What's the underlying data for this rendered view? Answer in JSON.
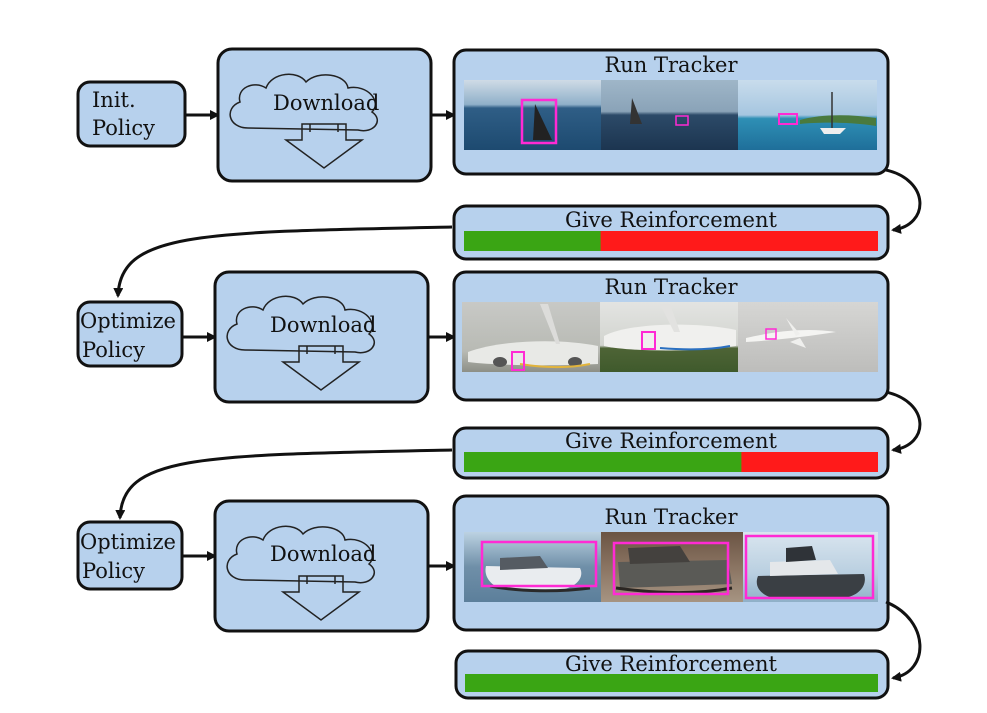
{
  "diagram": {
    "stages": [
      {
        "policy_label_lines": [
          "Init.",
          "Policy"
        ],
        "download_label": "Download",
        "tracker_title": "Run Tracker",
        "frames_subject": "sailboat",
        "reinforcement_title": "Give Reinforcement",
        "reinforcement_positive_fraction": 0.33
      },
      {
        "policy_label_lines": [
          "Optimize",
          "Policy"
        ],
        "download_label": "Download",
        "tracker_title": "Run Tracker",
        "frames_subject": "airplane",
        "reinforcement_title": "Give Reinforcement",
        "reinforcement_positive_fraction": 0.67
      },
      {
        "policy_label_lines": [
          "Optimize",
          "Policy"
        ],
        "download_label": "Download",
        "tracker_title": "Run Tracker",
        "frames_subject": "boat",
        "reinforcement_title": "Give Reinforcement",
        "reinforcement_positive_fraction": 1.0
      }
    ],
    "colors": {
      "box_fill": "#b7d1ed",
      "box_stroke": "#111111",
      "positive_bar": "#3aa514",
      "negative_bar": "#ff1a1a",
      "tracking_box": "#ff2ad4"
    }
  }
}
